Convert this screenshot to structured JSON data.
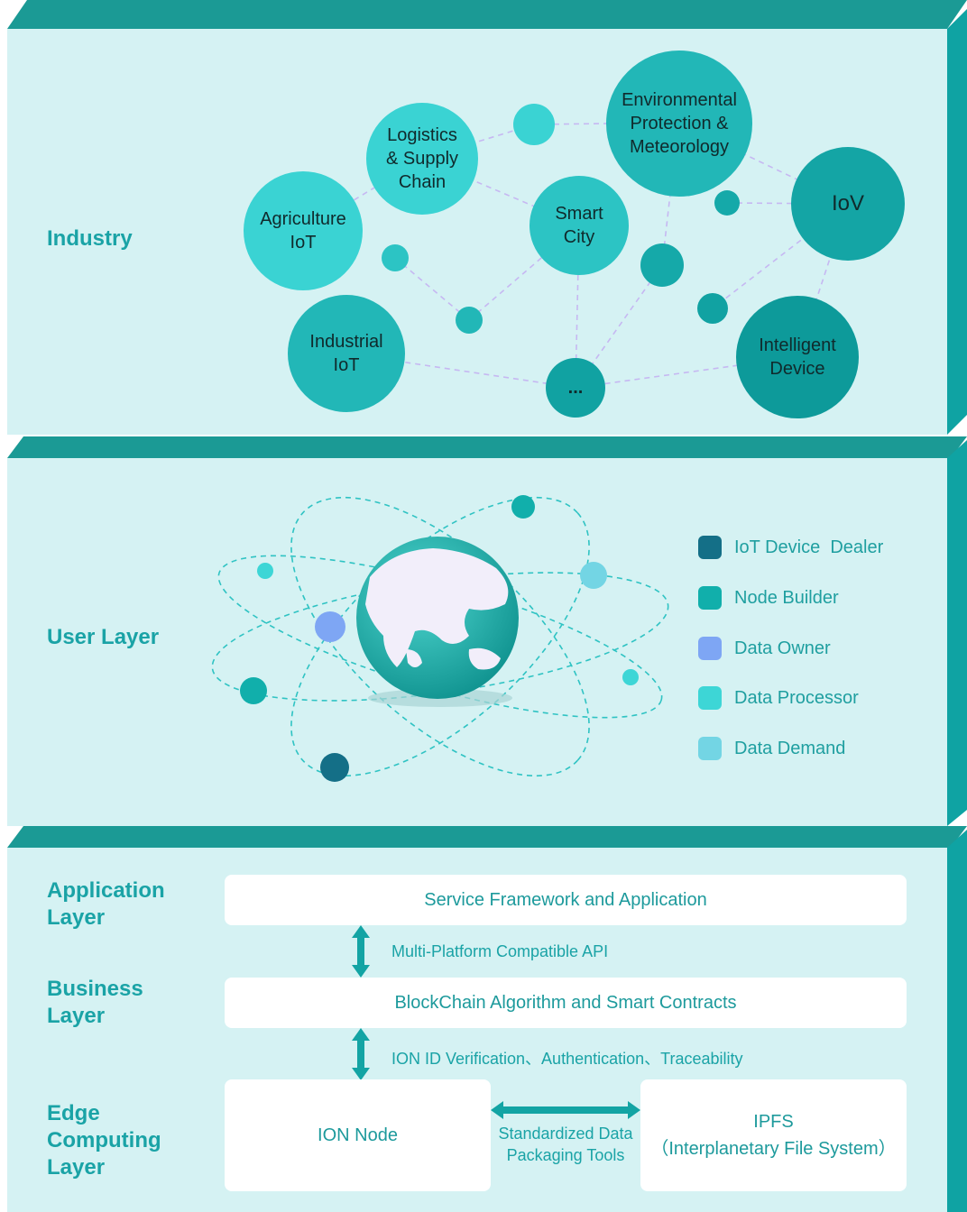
{
  "industry": {
    "title": "Industry",
    "nodes": {
      "agriculture": "Agriculture\nIoT",
      "logistics": "Logistics\n& Supply\nChain",
      "smart_city": "Smart\nCity",
      "environmental": "Environmental\nProtection &\nMeteorology",
      "iov": "IoV",
      "industrial": "Industrial\nIoT",
      "intelligent": "Intelligent\nDevice",
      "more": "..."
    }
  },
  "user_layer": {
    "title": "User Layer",
    "legend": [
      {
        "label": "IoT Device  Dealer",
        "color": "#146f87"
      },
      {
        "label": "Node Builder",
        "color": "#11afab"
      },
      {
        "label": "Data Owner",
        "color": "#7ea6f4"
      },
      {
        "label": "Data Processor",
        "color": "#3dd6d6"
      },
      {
        "label": "Data Demand",
        "color": "#73d5e4"
      }
    ]
  },
  "stack": {
    "application": {
      "title": "Application\nLayer",
      "box": "Service Framework and Application"
    },
    "api_label": "Multi-Platform Compatible API",
    "business": {
      "title": "Business\nLayer",
      "box": "BlockChain Algorithm and Smart Contracts"
    },
    "verify_label": "ION ID Verification、Authentication、Traceability",
    "edge": {
      "title": "Edge\nComputing\nLayer",
      "ion_node": "ION Node",
      "ipfs": "IPFS\n（Interplanetary File System）",
      "tools_label": "Standardized Data\nPackaging Tools"
    }
  }
}
